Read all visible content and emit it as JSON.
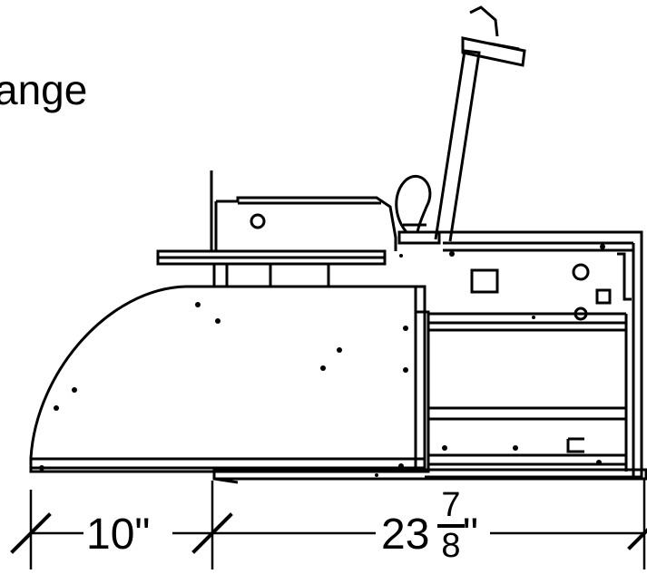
{
  "diagram": {
    "partial_title": "ange",
    "dimensions": {
      "left_width": "10\"",
      "right_whole": "23",
      "right_fraction_numerator": "7",
      "right_fraction_denominator": "8",
      "right_mark": "\""
    }
  },
  "colors": {
    "line": "#000000",
    "background": "#ffffff"
  }
}
